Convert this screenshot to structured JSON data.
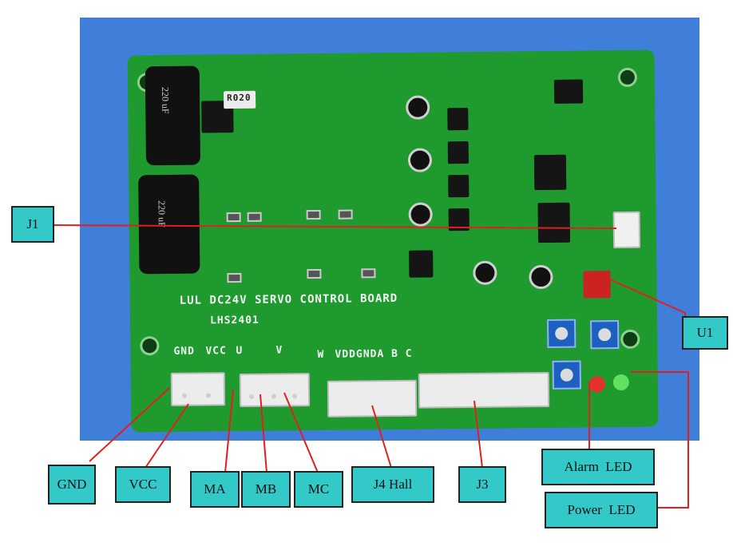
{
  "board_text": {
    "title": "LUL DC24V SERVO CONTROL BOARD",
    "model": "LHS2401",
    "cap_text": "220 uF",
    "pin_gnd": "GND",
    "pin_vcc": "VCC",
    "pin_u": "U",
    "pin_v": "V",
    "pin_w": "W",
    "pin_vdd_gnd_abc": "VDDGNDA B C",
    "chip_code": "R020"
  },
  "callouts": {
    "j1": "J1",
    "u1": "U1",
    "gnd": "GND",
    "vcc": "VCC",
    "ma": "MA",
    "mb": "MB",
    "mc": "MC",
    "j4": "J4 Hall",
    "j3": "J3",
    "alarm": "Alarm  LED",
    "power": "Power  LED"
  },
  "colors": {
    "label_bg": "#33c9c9",
    "pcb_green": "#1f9a2f",
    "backdrop_blue": "#3f7fd9",
    "line_red": "#e02020",
    "alarm_led": "#e53030",
    "power_led": "#5fe35f"
  }
}
